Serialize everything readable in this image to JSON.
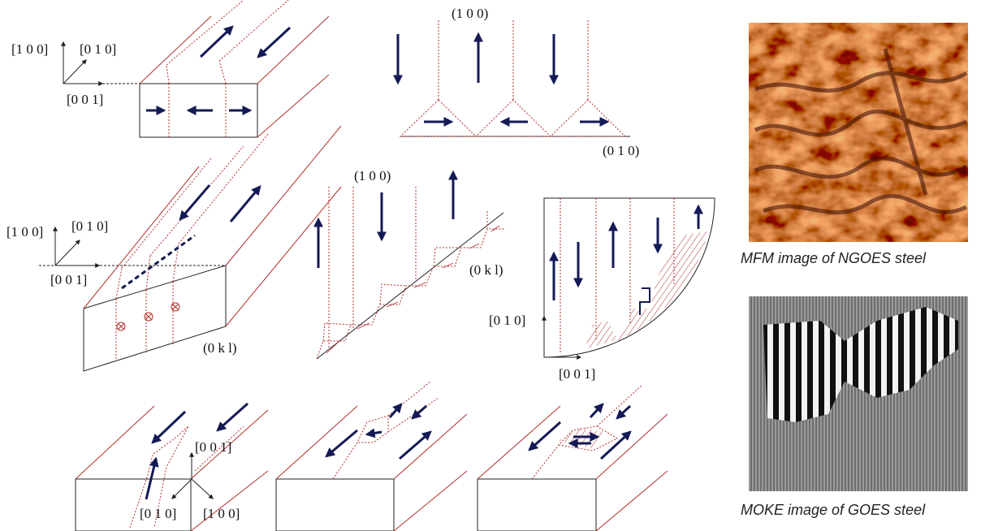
{
  "diagram": {
    "labels": {
      "panel1_axis_100": "[1 0 0]",
      "panel1_axis_010": "[0 1 0]",
      "panel1_axis_001": "[0 0 1]",
      "panel2_plane_100": "(1 0 0)",
      "panel2_plane_010": "(0 1 0)",
      "panel3_axis_100": "[1 0 0]",
      "panel3_axis_010": "[0 1 0]",
      "panel3_axis_001": "[0 0 1]",
      "panel3_plane_0kl": "(0 k l)",
      "panel4_plane_100": "(1 0 0)",
      "panel4_plane_0kl": "(0 k l)",
      "panel5_axis_010": "[0 1 0]",
      "panel5_axis_001": "[0 0 1]",
      "panel6_axis_001": "[0 0 1]",
      "panel6_axis_010": "[0 1 0]",
      "panel6_axis_100": "[1 0 0]"
    }
  },
  "images": {
    "mfm": {
      "caption": "MFM image of NGOES steel",
      "color": "#b8511a"
    },
    "moke": {
      "caption": "MOKE image of GOES steel",
      "color": "#808080"
    }
  },
  "colors": {
    "domain_wall": "#b0302a",
    "arrow": "#141a55",
    "outline": "#222222"
  }
}
